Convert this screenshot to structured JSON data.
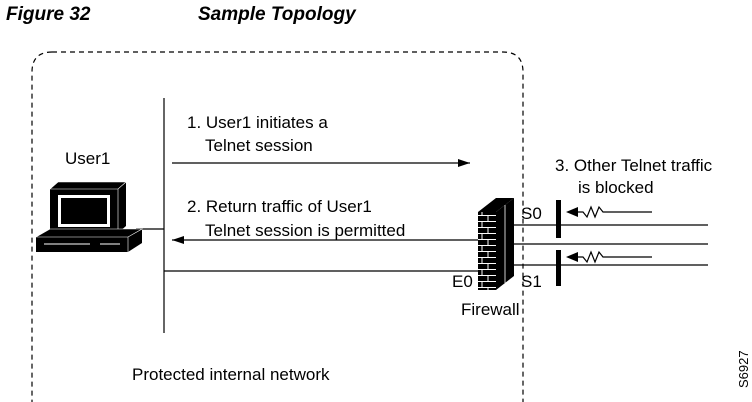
{
  "figure": {
    "number": "Figure 32",
    "title": "Sample Topology"
  },
  "nodes": {
    "user_pc": "User1",
    "firewall": "Firewall",
    "interface_s0": "S0",
    "interface_s1": "S1",
    "interface_e0": "E0"
  },
  "flows": {
    "step1_line1": "1. User1 initiates a",
    "step1_line2": "Telnet session",
    "step2_line1": "2. Return traffic of User1",
    "step2_line2": "Telnet session is permitted",
    "step3_line1": "3. Other Telnet traffic",
    "step3_line2": "is blocked"
  },
  "zone_label": "Protected internal network",
  "figure_id": "S6927"
}
